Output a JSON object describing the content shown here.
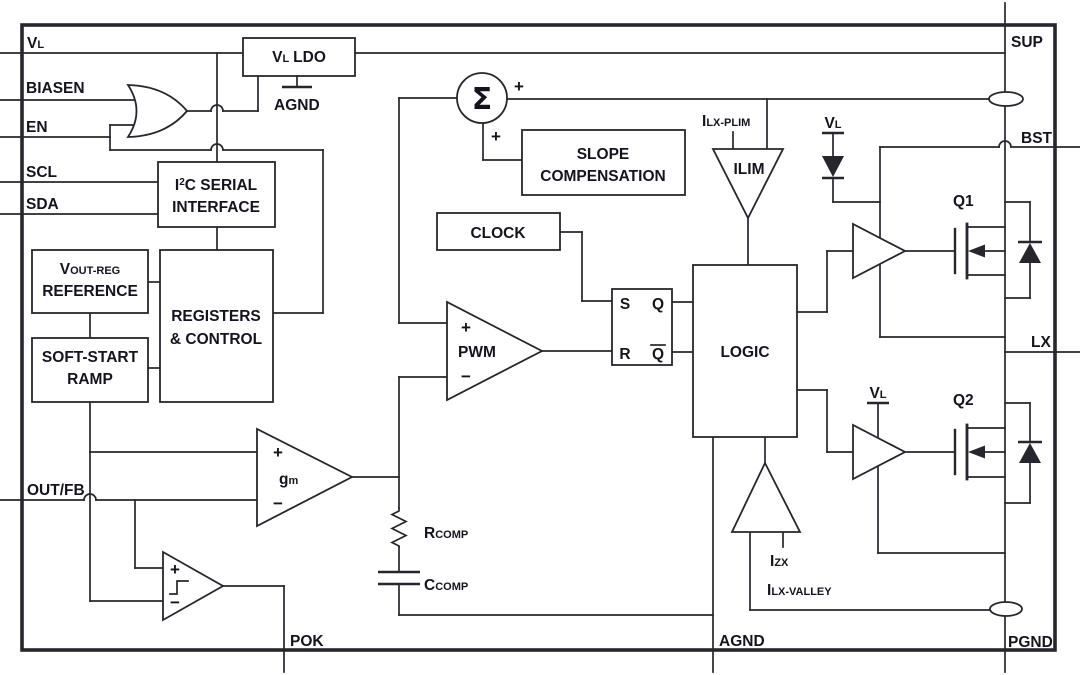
{
  "labels": {
    "pins": {
      "vl": {
        "main": "V",
        "sub": "L"
      },
      "biasen": "BIASEN",
      "en": "EN",
      "scl": "SCL",
      "sda": "SDA",
      "outfb": "OUT/FB",
      "sup": "SUP",
      "bst": "BST",
      "lx": "LX",
      "pgnd": "PGND",
      "agnd": "AGND",
      "pok": "POK"
    },
    "blocks": {
      "vl_ldo": {
        "main": "V",
        "sub": "L",
        "rest": "LDO"
      },
      "ldo_gnd": "AGND",
      "i2c": {
        "pre": "I",
        "sup": "2",
        "post": "C SERIAL",
        "line2": "INTERFACE"
      },
      "registers": {
        "line1": "REGISTERS",
        "line2": "& CONTROL"
      },
      "vref": {
        "main": "V",
        "sub": "OUT-REG",
        "line2": "REFERENCE"
      },
      "soft_start": {
        "line1": "SOFT-START",
        "line2": "RAMP"
      },
      "slope": {
        "line1": "SLOPE",
        "line2": "COMPENSATION"
      },
      "clock": "CLOCK",
      "logic": "LOGIC"
    },
    "analog": {
      "sum_symbol": "Σ",
      "sum_plus_top": "+",
      "sum_plus_bottom": "+",
      "pwm": {
        "label": "PWM",
        "plus": "+",
        "minus": "−"
      },
      "gm": {
        "main": "g",
        "sub": "m",
        "plus": "+",
        "minus": "−"
      },
      "pok_comp": {
        "plus": "+",
        "minus": "−"
      },
      "latch": {
        "s": "S",
        "q": "Q",
        "r": "R",
        "qbar": "Q"
      },
      "ilim": {
        "label": "ILIM",
        "limit_main": "I",
        "limit_sub": "LX-PLIM"
      },
      "izx": {
        "main": "I",
        "sub": "ZX",
        "valley_main": "I",
        "valley_sub": "LX-VALLEY"
      },
      "rcomp": {
        "main": "R",
        "sub": "COMP"
      },
      "ccomp": {
        "main": "C",
        "sub": "COMP"
      },
      "q1": "Q1",
      "q2": "Q2",
      "vl_boot": {
        "main": "V",
        "sub": "L"
      },
      "vl_driver": {
        "main": "V",
        "sub": "L"
      }
    }
  },
  "colors": {
    "line": "#26262e",
    "text": "#14141e",
    "background": "#ffffff"
  }
}
